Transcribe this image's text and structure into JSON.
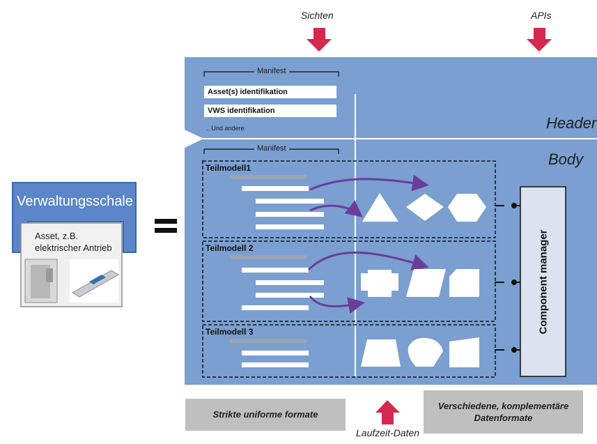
{
  "top_labels": {
    "sichten": "Sichten",
    "apis": "APIs"
  },
  "header": {
    "title": "Header",
    "manifest_label": "Manifest",
    "asset_id": "Asset(s) identifikation",
    "vws_id": "VWS identifikation",
    "others": ".. Und andere"
  },
  "body": {
    "title": "Body",
    "manifest_label": "Manifest",
    "submodels": [
      {
        "label": "Teilmodell1"
      },
      {
        "label": "Teilmodell 2"
      },
      {
        "label": "Teilmodell 3"
      }
    ],
    "component_manager": "Component manager"
  },
  "left": {
    "shell_title": "Verwaltungsschale",
    "asset_line1": "Asset, z.B.",
    "asset_line2": "elektrischer Antrieb",
    "equals": "="
  },
  "footer": {
    "strict": "Strikte uniforme formate",
    "various_line1": "Verschiedene, komplementäre",
    "various_line2": "Datenformate",
    "runtime": "Laufzeit-Daten"
  },
  "colors": {
    "panel": "#7a9fd0",
    "arrow_red": "#d6284f",
    "curve_purple": "#6a3d9a",
    "grey_band": "#bfbfbf",
    "cm_box": "#dde3ee"
  }
}
